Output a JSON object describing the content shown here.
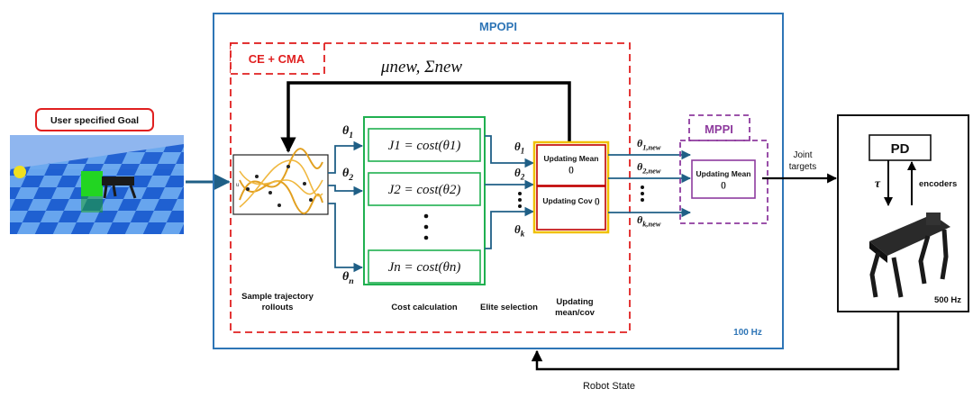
{
  "goal": {
    "label": "User specified Goal"
  },
  "mpopi": {
    "title": "MPOPI",
    "rate": "100 Hz"
  },
  "cecma": {
    "title": "CE + CMA",
    "feedback": "μnew, Σnew"
  },
  "sample": {
    "caption": "Sample trajectory rollouts",
    "axis_mark": "u"
  },
  "thetas_in": [
    "θ1",
    "θ2",
    "θn"
  ],
  "costs": {
    "items": [
      "J1 = cost(θ1)",
      "J2 = cost(θ2)",
      "Jn = cost(θn)"
    ],
    "caption": "Cost calculation"
  },
  "elite": {
    "caption": "Elite selection",
    "thetas": [
      "θ1",
      "θ2",
      "θk"
    ]
  },
  "updating": {
    "mean": "Updating Mean ()",
    "cov": "Updating Cov ()",
    "caption": "Updating mean/cov"
  },
  "thetas_new": [
    "θ1,new",
    "θ2,new",
    "θk,new"
  ],
  "mppi": {
    "title": "MPPI",
    "box": "Updating Mean ()"
  },
  "joint_targets": "Joint targets",
  "robot": {
    "pd": "PD",
    "tau": "τ",
    "encoders": "encoders",
    "rate": "500 Hz"
  },
  "robot_state": "Robot State",
  "colors": {
    "mpopi_blue": "#2e75b6",
    "ce_red": "#e02020",
    "cost_green": "#20b050",
    "update_yellow": "#f0c000",
    "update_red": "#c00000",
    "mppi_purple": "#8e3b9e",
    "arrow_teal": "#1f5f86"
  }
}
